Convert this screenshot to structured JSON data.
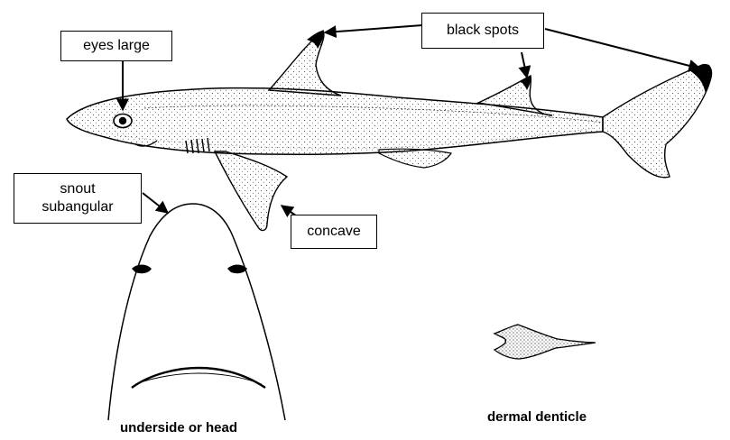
{
  "labels": {
    "eyes": "eyes large",
    "spots": "black spots",
    "snout_line1": "snout",
    "snout_line2": "subangular",
    "concave": "concave"
  },
  "captions": {
    "head": "underside or head",
    "denticle": "dermal denticle"
  },
  "colors": {
    "ink": "#000000",
    "paper": "#ffffff",
    "stipple": "#555555"
  }
}
